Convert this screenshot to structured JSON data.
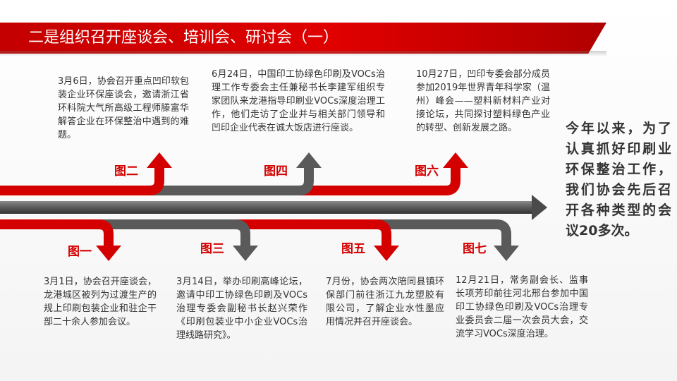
{
  "header": {
    "title": "二是组织召开座谈会、培训会、研讨会（一）"
  },
  "colors": {
    "red": "#d40000",
    "gray": "#5a5a5a"
  },
  "events": [
    {
      "label": "图一",
      "text": "3月1日，协会召开座谈会，龙港城区被列为过渡生产的规上印刷包装企业和驻企干部二十余人参加会议。"
    },
    {
      "label": "图二",
      "text": "3月6日，协会召开重点凹印软包装企业环保座谈会，邀请浙江省环科院大气所高级工程师滕富华解答企业在环保整治中遇到的难题。"
    },
    {
      "label": "图三",
      "text": "3月14日，举办印刷高峰论坛，邀请中印工协绿色印刷及VOCs治理专委会副秘书长赵兴荣作《印刷包装业中小企业VOCs治理线路研究》。"
    },
    {
      "label": "图四",
      "text": "6月24日，中国印工协绿色印刷及VOCs治理工作专委会主任兼秘书长李建军组织专家团队来龙港指导印刷业VOCs深度治理工作，他们走访了企业并与相关部门领导和凹印企业代表在诚大饭店进行座谈。"
    },
    {
      "label": "图五",
      "text": "7月份，协会两次陪同县镇环保部门前往浙江九龙塑胶有限公司，了解企业水性墨应用情况并召开座谈会。"
    },
    {
      "label": "图六",
      "text": "10月27日，凹印专委会部分成员参加2019年世界青年科学家（温州）峰会——塑料新材料产业对接论坛，共同探讨塑料绿色产业的转型、创新发展之路。"
    },
    {
      "label": "图七",
      "text": "12月21日，常务副会长、监事长项芳印前往河北邢台参加中国印工协绿色印刷及VOCs治理专业委员会二届一次会员大会，交流学习VOCs深度治理。"
    }
  ],
  "summary": {
    "text": "今年以来，为了认真抓好印刷业环保整治工作，我们协会先后召开各种类型的会议20多次。"
  }
}
